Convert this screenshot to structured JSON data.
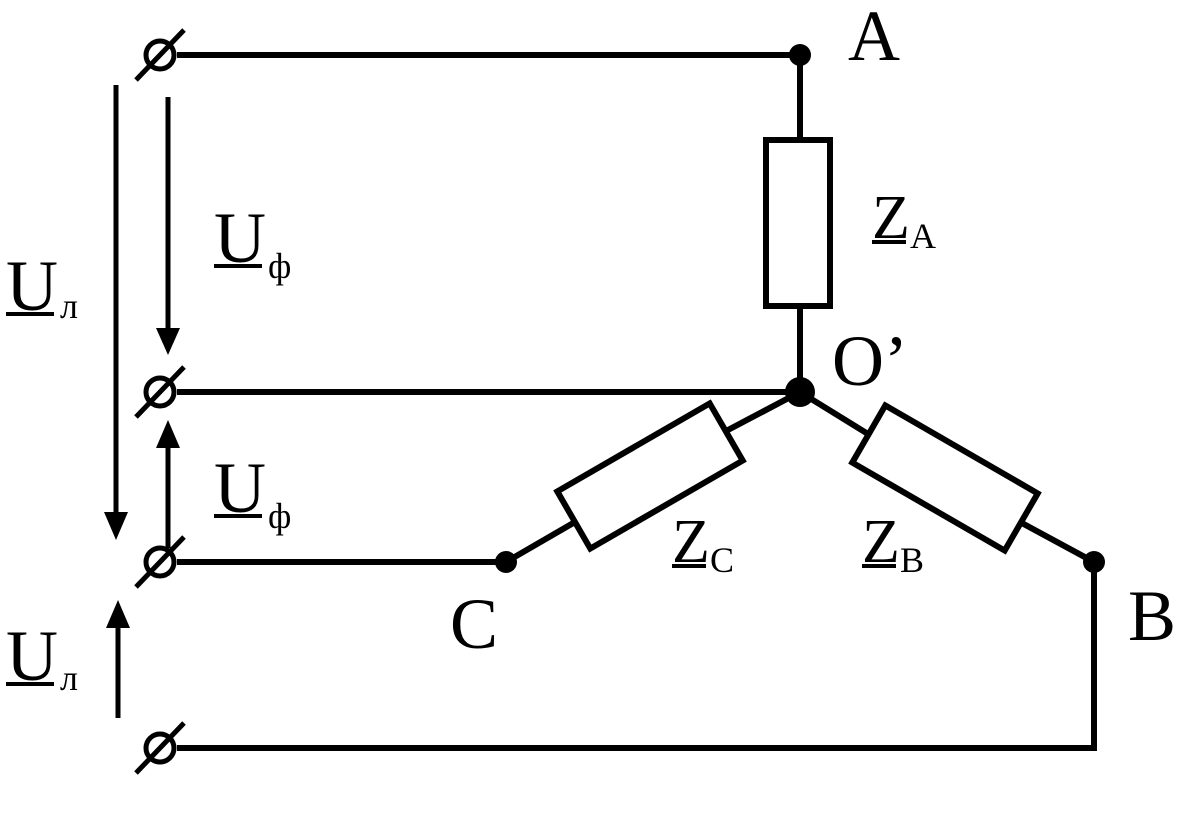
{
  "nodes": {
    "A": "A",
    "B": "B",
    "C": "C",
    "O": "O’"
  },
  "impedances": {
    "za": {
      "main": "Z",
      "sub": "A"
    },
    "zb": {
      "main": "Z",
      "sub": "B"
    },
    "zc": {
      "main": "Z",
      "sub": "C"
    }
  },
  "voltages": {
    "line_top": {
      "main": "U",
      "sub": "л"
    },
    "line_bottom": {
      "main": "U",
      "sub": "л"
    },
    "phase_top": {
      "main": "U",
      "sub": "ф"
    },
    "phase_bottom": {
      "main": "U",
      "sub": "ф"
    }
  }
}
